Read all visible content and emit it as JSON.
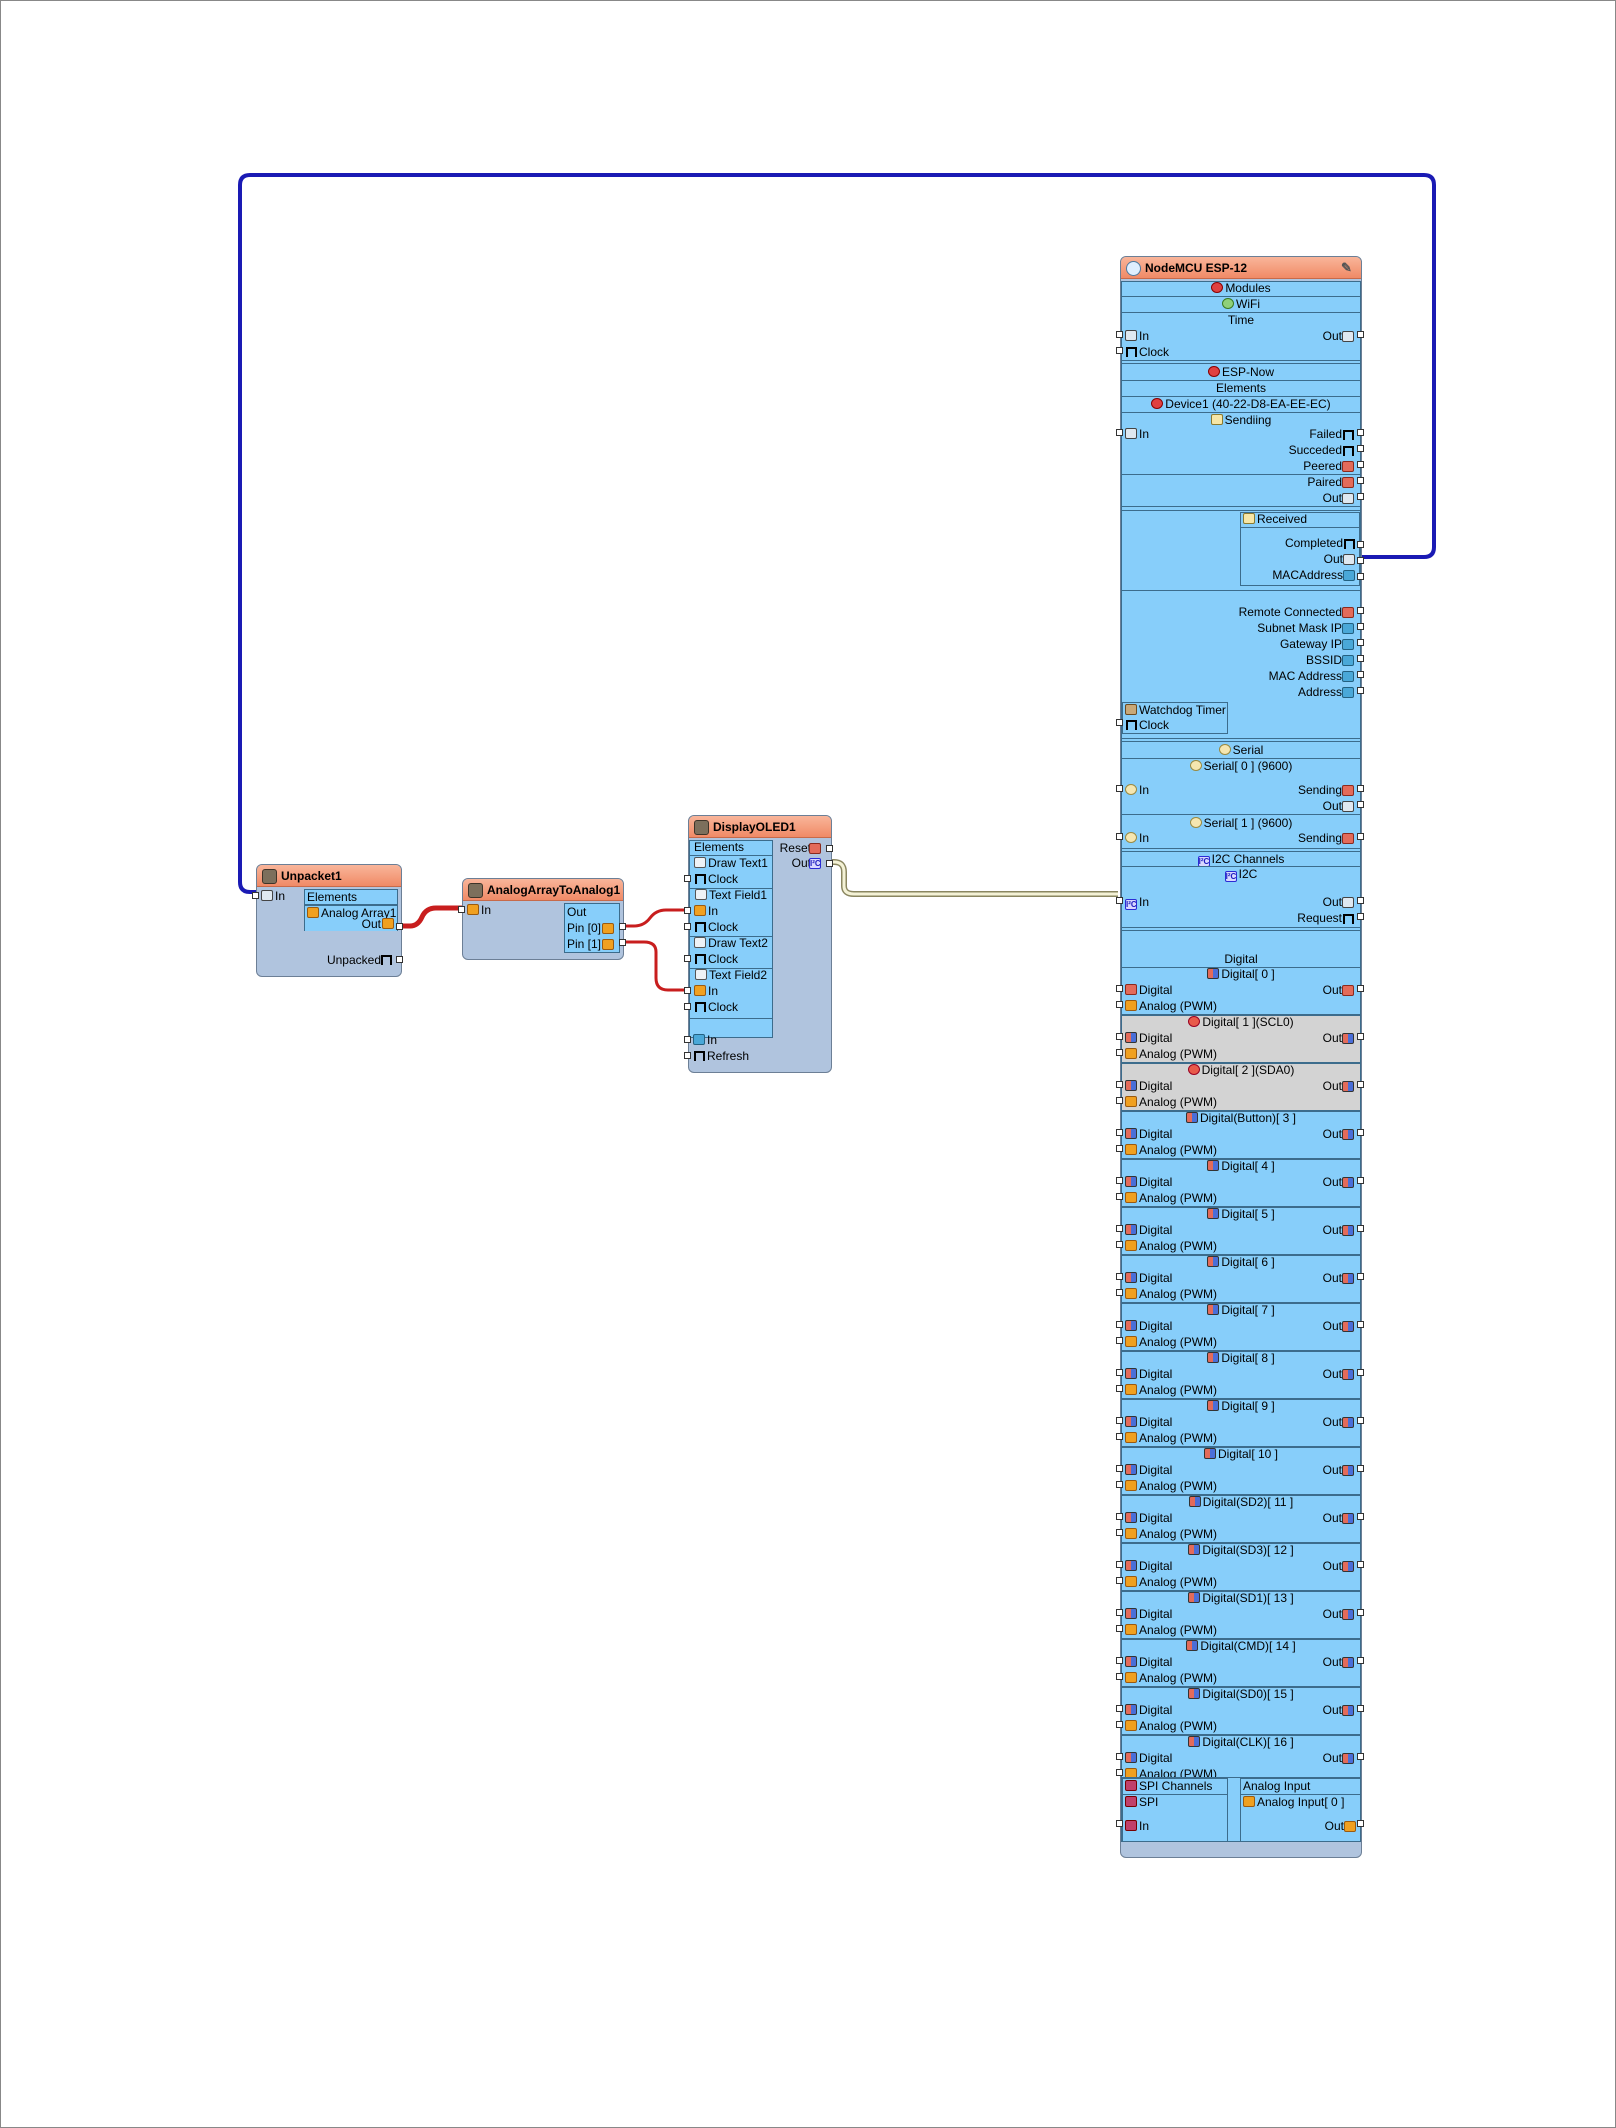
{
  "unpacket": {
    "title": "Unpacket1",
    "in": "In",
    "elements": "Elements",
    "analog_array": "Analog Array1",
    "out": "Out",
    "unpacked": "Unpacked"
  },
  "converter": {
    "title": "AnalogArrayToAnalog1",
    "in": "In",
    "out": "Out",
    "pin0": "Pin [0]",
    "pin1": "Pin [1]"
  },
  "display": {
    "title": "DisplayOLED1",
    "elements": "Elements",
    "reset": "Reset",
    "out": "Out",
    "draw_text1": "Draw Text1",
    "text_field1": "Text Field1",
    "draw_text2": "Draw Text2",
    "text_field2": "Text Field2",
    "in": "In",
    "clock": "Clock",
    "refresh": "Refresh"
  },
  "node": {
    "title": "NodeMCU ESP-12",
    "modules": "Modules",
    "wifi": "WiFi",
    "time": "Time",
    "in": "In",
    "out": "Out",
    "clock": "Clock",
    "esp_now": "ESP-Now",
    "elements": "Elements",
    "device1": "Device1 (40-22-D8-EA-EE-EC)",
    "sending": "Sendiing",
    "failed": "Failed",
    "succeded": "Succeded",
    "peered": "Peered",
    "paired": "Paired",
    "received": "Received",
    "completed": "Completed",
    "mac_address": "MACAddress",
    "remote_connected": "Remote Connected",
    "subnet_mask_ip": "Subnet Mask IP",
    "gateway_ip": "Gateway IP",
    "bssid": "BSSID",
    "mac_addr": "MAC Address",
    "address": "Address",
    "watchdog": "Watchdog Timer",
    "serial": "Serial",
    "serial0": "Serial[ 0 ] (9600)",
    "serial1": "Serial[ 1 ] (9600)",
    "sending_s": "Sending",
    "i2c_channels": "I2C Channels",
    "i2c": "I2C",
    "request": "Request",
    "digital_section": "Digital",
    "digital_label": "Digital",
    "analog_pwm": "Analog (PWM)",
    "digital_pins": [
      "Digital[ 0 ]",
      "Digital[ 1 ](SCL0)",
      "Digital[ 2 ](SDA0)",
      "Digital(Button)[ 3 ]",
      "Digital[ 4 ]",
      "Digital[ 5 ]",
      "Digital[ 6 ]",
      "Digital[ 7 ]",
      "Digital[ 8 ]",
      "Digital[ 9 ]",
      "Digital[ 10 ]",
      "Digital(SD2)[ 11 ]",
      "Digital(SD3)[ 12 ]",
      "Digital(SD1)[ 13 ]",
      "Digital(CMD)[ 14 ]",
      "Digital(SD0)[ 15 ]",
      "Digital(CLK)[ 16 ]"
    ],
    "spi_channels": "SPI Channels",
    "spi": "SPI",
    "analog_input": "Analog Input",
    "analog_input0": "Analog Input[ 0 ]"
  },
  "colors": {
    "component_bg": "#b0c4de",
    "panel_bg": "#87cefa",
    "title_bg": "#f4a07f",
    "wire_loop": "#1a1ab4",
    "wire_analog": "#c81e1e",
    "wire_i2c": "#d8d4a0"
  }
}
